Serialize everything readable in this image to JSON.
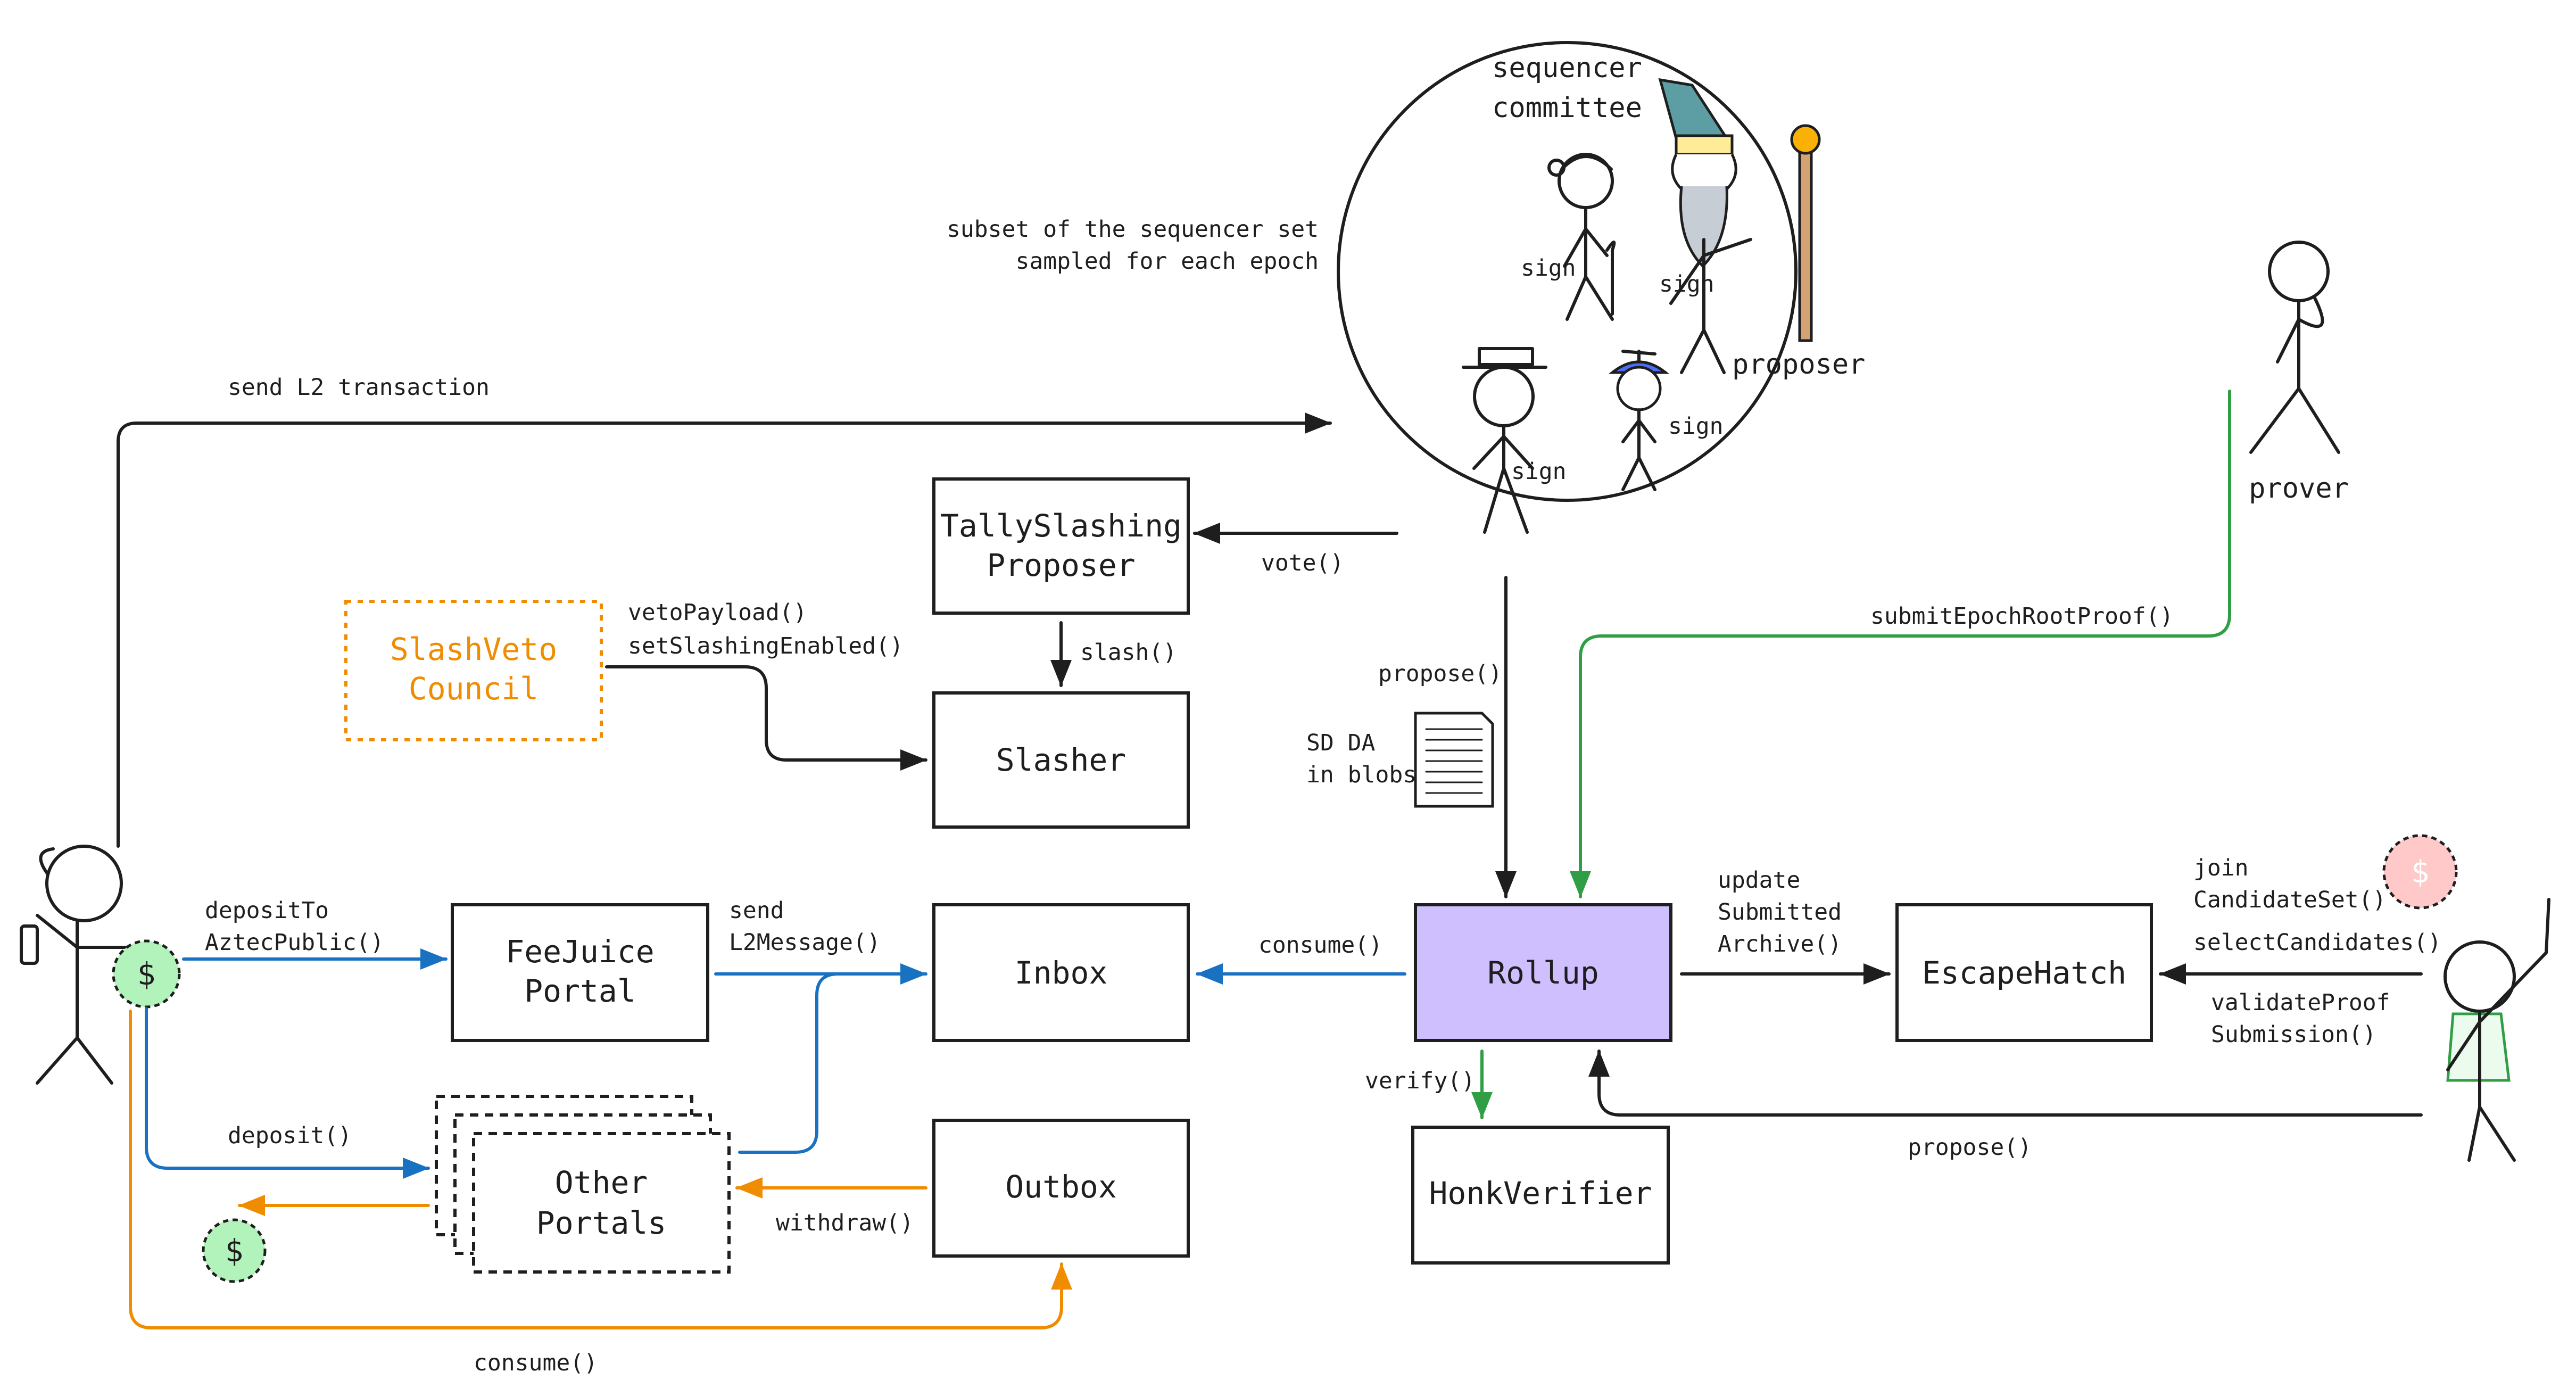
{
  "nodes": {
    "tally": [
      "TallySlashing",
      "Proposer"
    ],
    "veto": [
      "SlashVeto",
      "Council"
    ],
    "slasher": "Slasher",
    "feejuice": [
      "FeeJuice",
      "Portal"
    ],
    "inbox": "Inbox",
    "rollup": "Rollup",
    "escape": "EscapeHatch",
    "other": [
      "Other",
      "Portals"
    ],
    "outbox": "Outbox",
    "honk": "HonkVerifier"
  },
  "committee": {
    "title": [
      "sequencer",
      "committee"
    ],
    "sign": "sign",
    "proposer": "proposer"
  },
  "actors": {
    "prover": "prover",
    "coin": "$"
  },
  "labels": {
    "subset": [
      "subset of the sequencer set",
      "sampled for each epoch"
    ],
    "send_l2_tx": "send L2 transaction",
    "vote": "vote()",
    "slash": "slash()",
    "veto_calls": [
      "vetoPayload()",
      "setSlashingEnabled()"
    ],
    "propose_top": "propose()",
    "sd_da": [
      "SD DA",
      "in blobs"
    ],
    "submit_proof": "submitEpochRootProof()",
    "deposit_to": [
      "depositTo",
      "AztecPublic()"
    ],
    "send_msg": [
      "send",
      "L2Message()"
    ],
    "consume_inbox": "consume()",
    "update_archive": [
      "update",
      "Submitted",
      "Archive()"
    ],
    "join": [
      "join",
      "CandidateSet()"
    ],
    "select": "selectCandidates()",
    "validate": [
      "validateProof",
      "Submission()"
    ],
    "deposit": "deposit()",
    "withdraw": "withdraw()",
    "verify": "verify()",
    "propose_bottom": "propose()",
    "consume_bottom": "consume()"
  },
  "colors": {
    "stroke": "#1e1e1e",
    "blue": "#1971c2",
    "green": "#2f9e44",
    "orange": "#f08c00",
    "rollup_fill": "#d0bfff",
    "coin_green": "#b2f2bb",
    "coin_red": "#ffc9c9",
    "wizard_hat": "#5c9ea3"
  }
}
